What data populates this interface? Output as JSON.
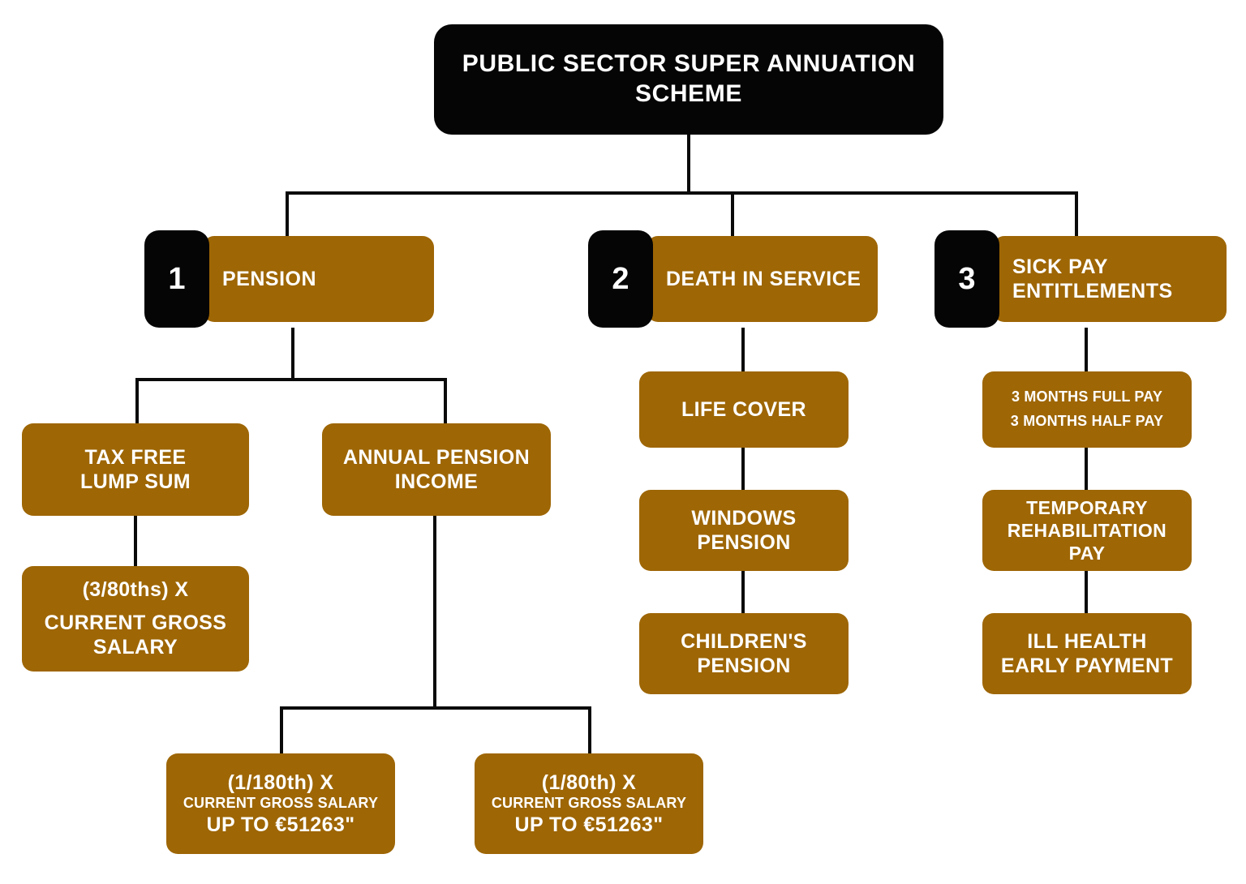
{
  "diagram": {
    "title": "PUBLIC SECTOR SUPER ANNUATION SCHEME",
    "title_line1": "PUBLIC SECTOR SUPER ANNUATION",
    "title_line2": "SCHEME",
    "colors": {
      "brand_brown": "#9e6605",
      "black": "#050505",
      "text": "#ffffff",
      "background": "#ffffff",
      "connector": "#0a0a0a"
    },
    "branches": [
      {
        "number": "1",
        "label": "PENSION",
        "label_line1": "PENSION",
        "label_line2": ""
      },
      {
        "number": "2",
        "label": "DEATH IN SERVICE",
        "label_line1": "DEATH IN SERVICE",
        "label_line2": ""
      },
      {
        "number": "3",
        "label": "SICK PAY ENTITLEMENTS",
        "label_line1": "SICK PAY",
        "label_line2": "ENTITLEMENTS"
      }
    ],
    "pension": {
      "tax_free_lump_sum": {
        "line1": "TAX FREE",
        "line2": "LUMP SUM"
      },
      "tax_free_formula": {
        "line1": "(3/80ths) X",
        "line2": "CURRENT GROSS",
        "line3": "SALARY"
      },
      "annual_pension_income": {
        "line1": "ANNUAL PENSION",
        "line2": "INCOME"
      },
      "annual_formula_left": {
        "line1": "(1/180th) X",
        "line2": "CURRENT GROSS SALARY",
        "line3": "UP TO €51263\""
      },
      "annual_formula_right": {
        "line1": "(1/80th) X",
        "line2": "CURRENT GROSS SALARY",
        "line3": "UP TO €51263\""
      }
    },
    "death_in_service": {
      "item1": {
        "line1": "LIFE COVER",
        "line2": ""
      },
      "item2": {
        "line1": "WINDOWS",
        "line2": "PENSION"
      },
      "item3": {
        "line1": "CHILDREN'S",
        "line2": "PENSION"
      }
    },
    "sick_pay": {
      "item1": {
        "line1": "3 MONTHS FULL PAY",
        "line2": "3 MONTHS HALF PAY"
      },
      "item2": {
        "line1": "TEMPORARY",
        "line2": "REHABILITATION",
        "line3": "PAY"
      },
      "item3": {
        "line1": "ILL HEALTH",
        "line2": "EARLY PAYMENT",
        "line3": ""
      }
    }
  }
}
